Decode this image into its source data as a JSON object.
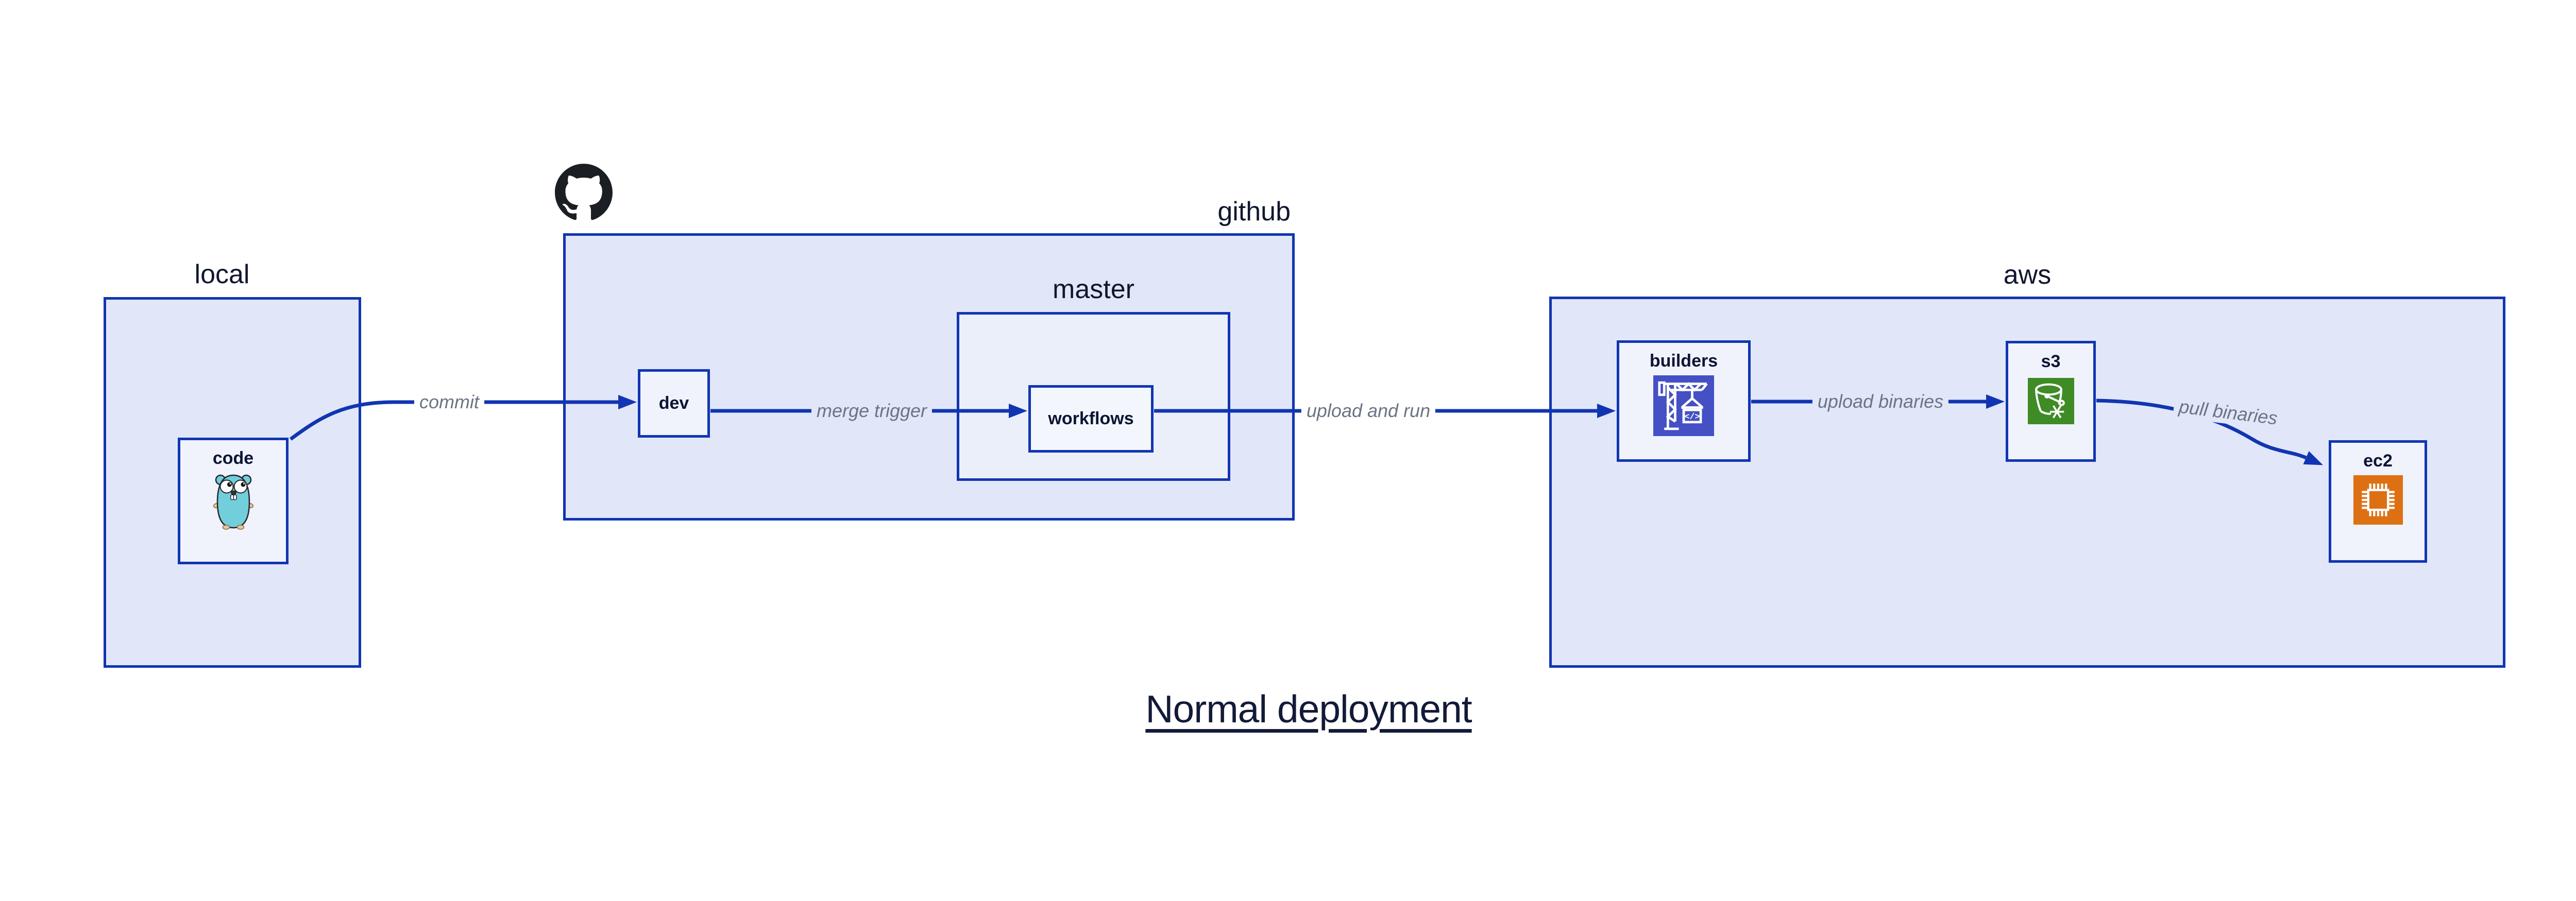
{
  "diagram": {
    "title": "Normal deployment",
    "containers": {
      "local": {
        "label": "local"
      },
      "github": {
        "label": "github"
      },
      "master": {
        "label": "master"
      },
      "aws": {
        "label": "aws"
      }
    },
    "nodes": {
      "code": {
        "label": "code",
        "icon": "go-gopher-icon"
      },
      "dev": {
        "label": "dev"
      },
      "workflows": {
        "label": "workflows"
      },
      "builders": {
        "label": "builders",
        "icon": "codebuild-crane-icon",
        "icon_text": "</>",
        "icon_color": "#4450c4"
      },
      "s3": {
        "label": "s3",
        "icon": "s3-glacier-bucket-icon",
        "icon_color": "#3f8b26"
      },
      "ec2": {
        "label": "ec2",
        "icon": "ec2-chip-icon",
        "icon_color": "#dd7013"
      }
    },
    "edges": [
      {
        "id": "commit",
        "label": "commit",
        "from": "code",
        "to": "dev"
      },
      {
        "id": "merge-trigger",
        "label": "merge trigger",
        "from": "dev",
        "to": "workflows"
      },
      {
        "id": "upload-and-run",
        "label": "upload and run",
        "from": "workflows",
        "to": "builders"
      },
      {
        "id": "upload-binaries",
        "label": "upload binaries",
        "from": "builders",
        "to": "s3"
      },
      {
        "id": "pull-binaries",
        "label": "pull binaries",
        "from": "s3",
        "to": "ec2"
      }
    ],
    "colors": {
      "border_blue": "#1135b2",
      "container_fill": "#e1e7f8",
      "node_fill": "#f0f3fc",
      "text_navy": "#10172e",
      "edge_label_gray": "#6c7484",
      "codebuild_indigo": "#4450c4",
      "s3_green": "#3f8b26",
      "ec2_orange": "#dd7013",
      "github_black": "#1b1f23"
    }
  }
}
